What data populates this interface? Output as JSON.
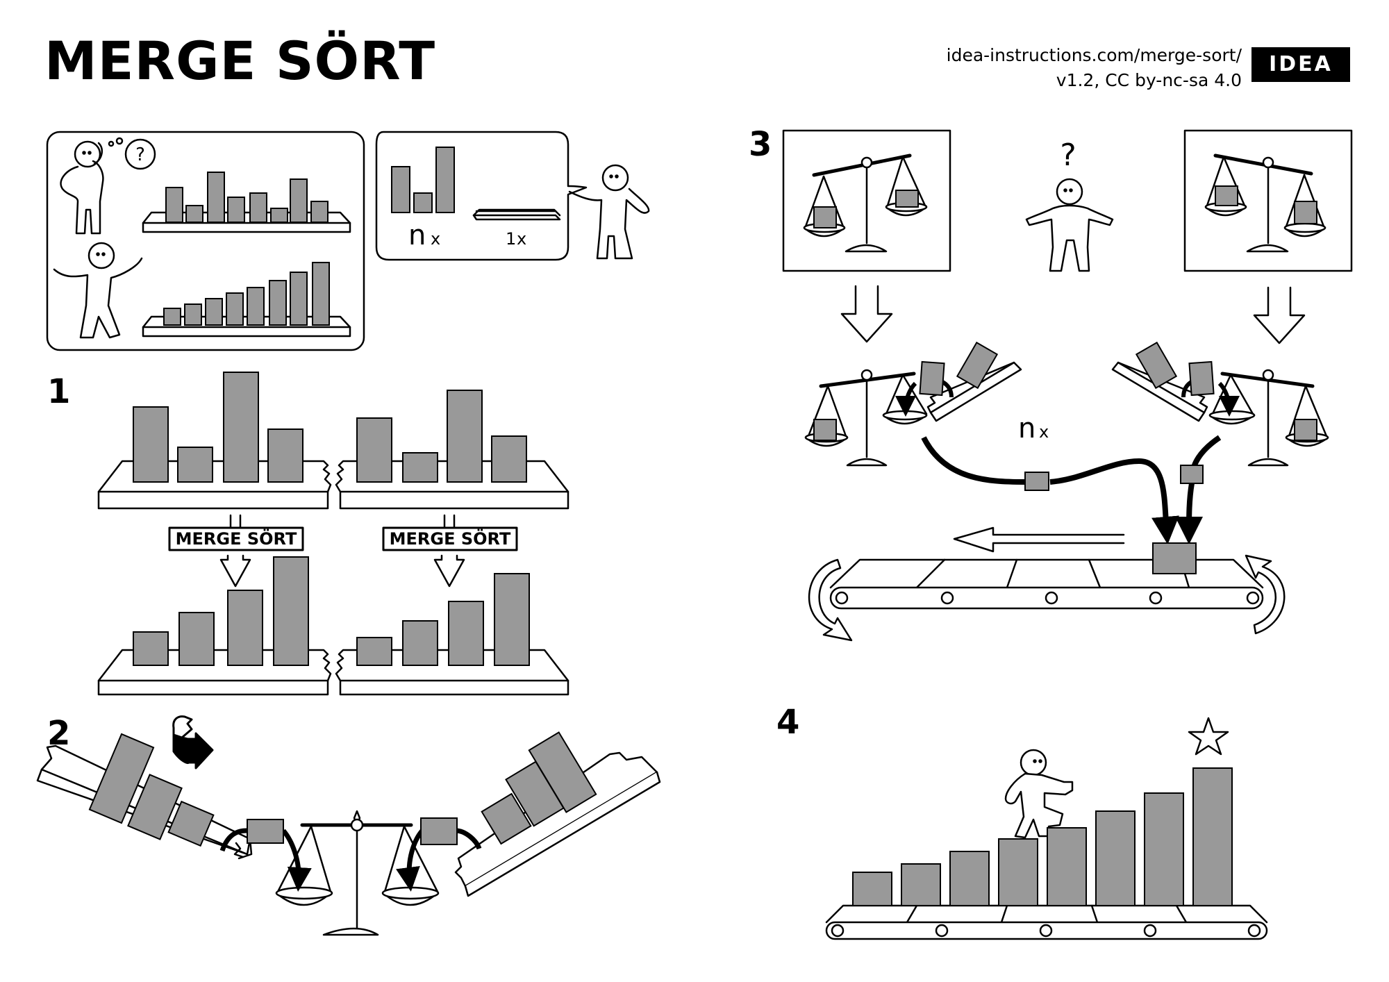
{
  "title": "MERGE SÖRT",
  "meta": {
    "url": "idea-instructions.com/merge-sort/",
    "version": "v1.2, CC by-nc-sa 4.0",
    "logo_text": "IDEA"
  },
  "steps": [
    "1",
    "2",
    "3",
    "4"
  ],
  "intro": {
    "thought": "?",
    "parts_n_label": "n",
    "parts_n_sub": "x",
    "parts_1_label": "1",
    "parts_1_sub": "x"
  },
  "step1": {
    "tag_left": "MERGE SÖRT",
    "tag_right": "MERGE SÖRT"
  },
  "step3": {
    "question": "?",
    "repeat_label": "n",
    "repeat_sub": "x"
  },
  "colors": {
    "box_fill": "#999999",
    "ink": "#000000",
    "paper": "#ffffff"
  }
}
